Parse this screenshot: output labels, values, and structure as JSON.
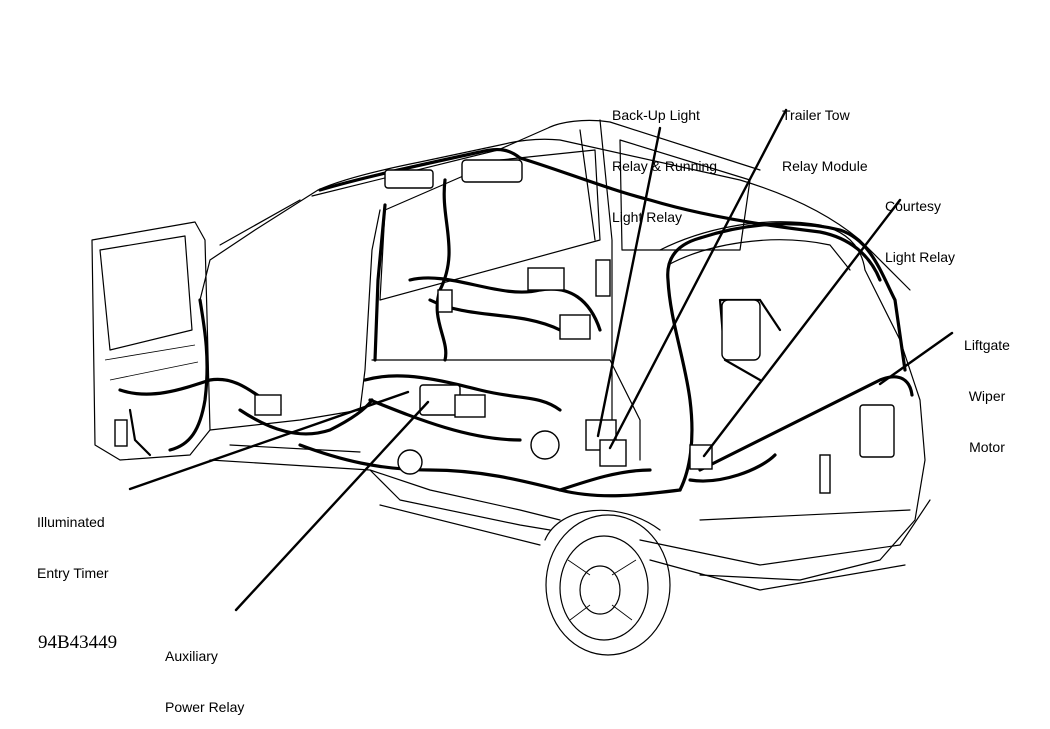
{
  "diagram": {
    "labels": {
      "backup_light_relay": [
        "Back-Up Light",
        "Relay & Running",
        "Light Relay"
      ],
      "trailer_tow": [
        "Trailer Tow",
        "Relay Module"
      ],
      "courtesy_light_relay": [
        "Courtesy",
        "Light Relay"
      ],
      "liftgate_wiper_motor": [
        "Liftgate",
        "Wiper",
        "Motor"
      ],
      "illuminated_entry_timer": [
        "Illuminated",
        "Entry Timer"
      ],
      "auxiliary_power_relay": [
        "Auxiliary",
        "Power Relay"
      ]
    },
    "figure_number": "94B43449"
  }
}
